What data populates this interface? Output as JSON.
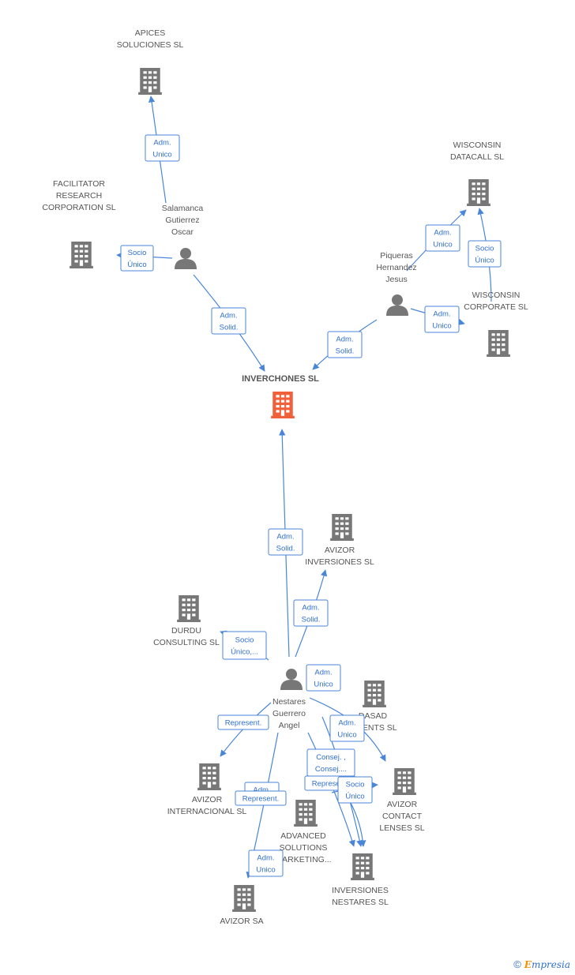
{
  "colors": {
    "edge": "#4a86d8",
    "company": "#777777",
    "center": "#f0603a",
    "person": "#777777"
  },
  "companies": [
    {
      "id": "apices",
      "lines": [
        "APICES",
        "SOLUCIONES SL"
      ]
    },
    {
      "id": "facilitator",
      "lines": [
        "FACILITATOR",
        "RESEARCH",
        "CORPORATION SL"
      ]
    },
    {
      "id": "wisconsin_datacall",
      "lines": [
        "WISCONSIN",
        "DATACALL SL"
      ]
    },
    {
      "id": "wisconsin_corporate",
      "lines": [
        "WISCONSIN",
        "CORPORATE SL"
      ]
    },
    {
      "id": "inverchones",
      "lines": [
        "INVERCHONES SL"
      ],
      "center": true
    },
    {
      "id": "avizor_inversiones",
      "lines": [
        "AVIZOR",
        "INVERSIONES SL"
      ]
    },
    {
      "id": "durdu",
      "lines": [
        "DURDU",
        "CONSULTING SL"
      ]
    },
    {
      "id": "dasad",
      "lines": [
        "DASAD",
        "...MENTS SL"
      ]
    },
    {
      "id": "avizor_internacional",
      "lines": [
        "AVIZOR",
        "INTERNACIONAL SL"
      ]
    },
    {
      "id": "advanced",
      "lines": [
        "ADVANCED",
        "SOLUTIONS",
        "...ARKETING..."
      ]
    },
    {
      "id": "avizor_contact",
      "lines": [
        "AVIZOR",
        "CONTACT",
        "LENSES SL"
      ]
    },
    {
      "id": "inversiones_nestares",
      "lines": [
        "INVERSIONES",
        "NESTARES SL"
      ]
    },
    {
      "id": "avizor_sa",
      "lines": [
        "AVIZOR SA"
      ]
    }
  ],
  "persons": [
    {
      "id": "salamanca",
      "lines": [
        "Salamanca",
        "Gutierrez",
        "Oscar"
      ]
    },
    {
      "id": "piqueras",
      "lines": [
        "Piqueras",
        "Hernandez",
        "Jesus"
      ]
    },
    {
      "id": "nestares",
      "lines": [
        "Nestares",
        "Guerrero",
        "Angel"
      ]
    }
  ],
  "relations": [
    {
      "id": "r1",
      "lines": [
        "Adm.",
        "Unico"
      ]
    },
    {
      "id": "r2",
      "lines": [
        "Socio",
        "Único"
      ]
    },
    {
      "id": "r3",
      "lines": [
        "Adm.",
        "Solid."
      ]
    },
    {
      "id": "r4",
      "lines": [
        "Adm.",
        "Unico"
      ]
    },
    {
      "id": "r5",
      "lines": [
        "Socio",
        "Único"
      ]
    },
    {
      "id": "r6",
      "lines": [
        "Adm.",
        "Unico"
      ]
    },
    {
      "id": "r7",
      "lines": [
        "Adm.",
        "Solid."
      ]
    },
    {
      "id": "r8",
      "lines": [
        "Adm.",
        "Solid."
      ]
    },
    {
      "id": "r9",
      "lines": [
        "Adm.",
        "Solid."
      ]
    },
    {
      "id": "r10",
      "lines": [
        "Socio",
        "Único,..."
      ]
    },
    {
      "id": "r11",
      "lines": [
        "Adm.",
        "Unico"
      ]
    },
    {
      "id": "r12",
      "lines": [
        "Represent."
      ]
    },
    {
      "id": "r13",
      "lines": [
        "Adm.",
        "Unico"
      ]
    },
    {
      "id": "r14",
      "lines": [
        "Consej. ,",
        "Consej...."
      ]
    },
    {
      "id": "r15",
      "lines": [
        "Represent."
      ]
    },
    {
      "id": "r16",
      "lines": [
        "Socio",
        "Único"
      ]
    },
    {
      "id": "r17",
      "lines": [
        "Adm."
      ]
    },
    {
      "id": "r18",
      "lines": [
        "Represent."
      ]
    },
    {
      "id": "r19",
      "lines": [
        "Adm.",
        "Unico"
      ]
    }
  ],
  "footer": {
    "copyright": "©",
    "brand_first": "E",
    "brand_rest": "mpresia"
  }
}
